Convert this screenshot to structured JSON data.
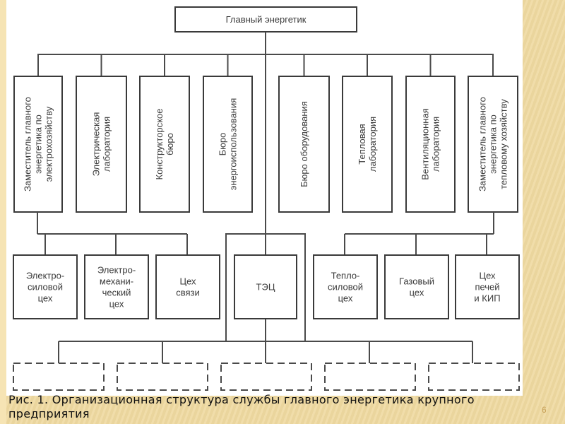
{
  "diagram": {
    "root": "Главный энергетик",
    "departments": [
      [
        "Заместитель главного",
        "энергетика по",
        "электрохозяйству"
      ],
      [
        "Электрическая",
        "лаборатория"
      ],
      [
        "Конструкторское",
        "бюро"
      ],
      [
        "Бюро",
        "энергоиспользования"
      ],
      [
        "Бюро оборудования"
      ],
      [
        "Тепловая",
        "лаборатория"
      ],
      [
        "Вентиляционная",
        "лаборатория"
      ],
      [
        "Заместитель главного",
        "энергетика по",
        "тепловому хозяйству"
      ]
    ],
    "workshops": [
      [
        "Электро-",
        "силовой",
        "цех"
      ],
      [
        "Электро-",
        "механи-",
        "ческий",
        "цех"
      ],
      [
        "Цех",
        "связи"
      ],
      [
        "ТЭЦ"
      ],
      [
        "Тепло-",
        "силовой",
        "цех"
      ],
      [
        "Газовый",
        "цех"
      ],
      [
        "Цех",
        "печей",
        "и КИП"
      ]
    ],
    "placeholder_units_count": 5
  },
  "caption": "Рис. 1. Организационная структура службы главного энергетика крупного предприятия",
  "page_number": "6"
}
